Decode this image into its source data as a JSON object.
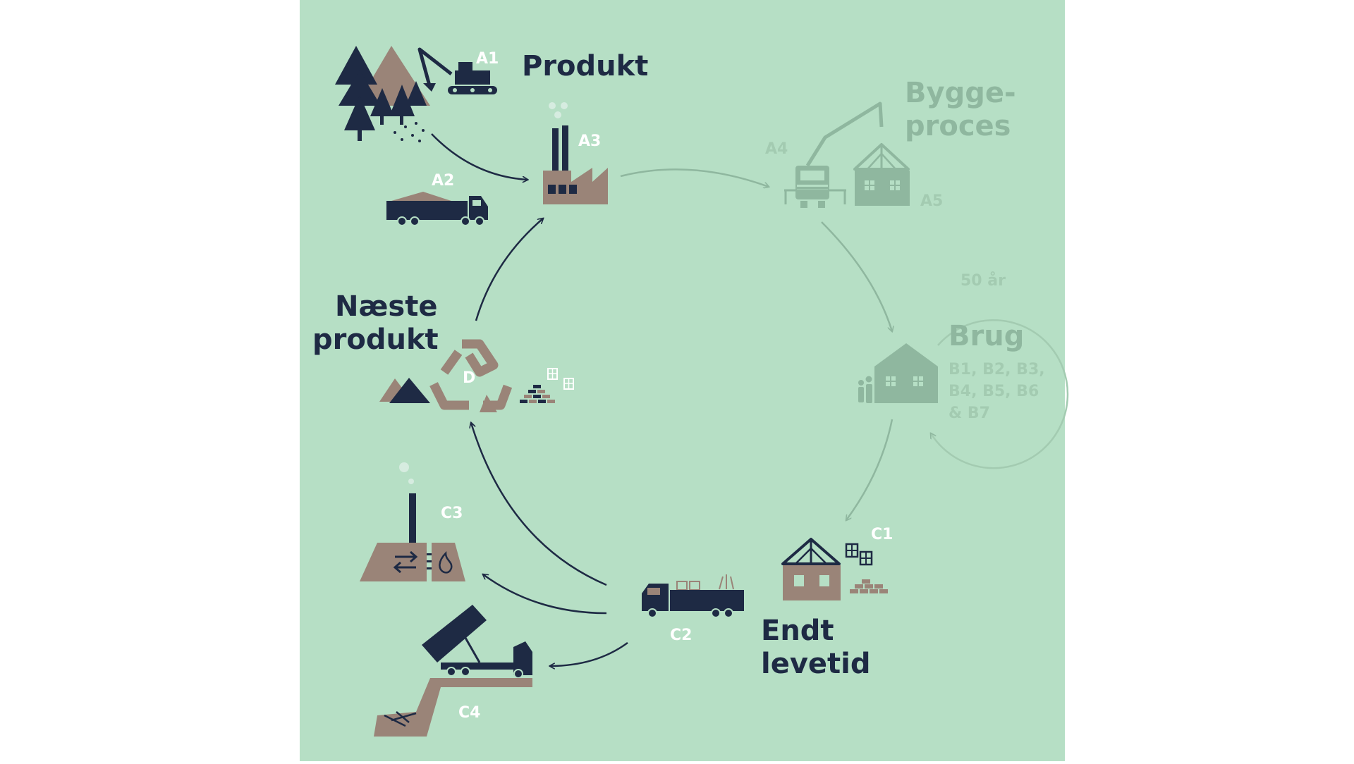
{
  "colors": {
    "background": "#b6dfc5",
    "navy": "#1e2a44",
    "brown": "#9a8478",
    "faded": "#8fb79f",
    "faded_light": "#a3cbb1",
    "white": "#ffffff"
  },
  "headings": {
    "produkt": "Produkt",
    "byggeproces_line1": "Bygge-",
    "byggeproces_line2": "proces",
    "brug": "Brug",
    "naeste_line1": "Næste",
    "naeste_line2": "produkt",
    "endt_line1": "Endt",
    "endt_line2": "levetid"
  },
  "stages": {
    "a1": "A1",
    "a2": "A2",
    "a3": "A3",
    "a4": "A4",
    "a5": "A5",
    "b_line1": "B1, B2, B3,",
    "b_line2": "B4, B5, B6",
    "b_line3": "& B7",
    "c1": "C1",
    "c2": "C2",
    "c3": "C3",
    "c4": "C4",
    "d": "D"
  },
  "use_period": "50 år"
}
